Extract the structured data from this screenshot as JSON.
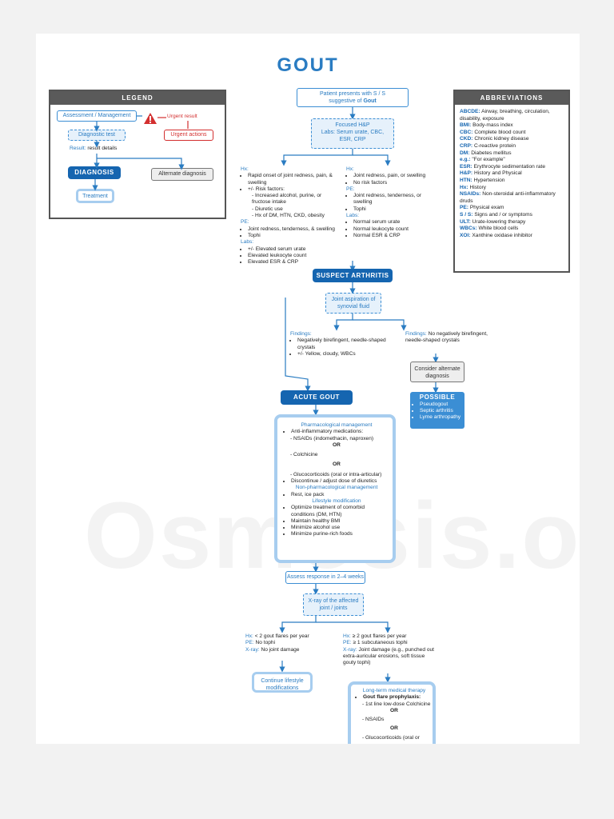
{
  "title": "GOUT",
  "watermark": "Osmosis.org",
  "colors": {
    "primary": "#2a7cc2",
    "dark_blue": "#1565b0",
    "urgent": "#d32f2f",
    "panel_gray": "#5a5a5a"
  },
  "legend": {
    "heading": "LEGEND",
    "assessment": "Assessment / Management",
    "diagnostic": "Diagnostic test",
    "result_label": "Result:",
    "result_text": "result details",
    "diagnosis": "DIAGNOSIS",
    "treatment": "Treatment",
    "alternate": "Alternate diagnosis",
    "urgent_result": "Urgent result",
    "urgent_actions": "Urgent actions",
    "warning_icon": "warning-icon"
  },
  "abbreviations": {
    "heading": "ABBREVIATIONS",
    "items": [
      {
        "k": "ABCDE:",
        "v": "Airway, breathing, circulation, disability, exposure"
      },
      {
        "k": "BMI:",
        "v": "Body-mass index"
      },
      {
        "k": "CBC:",
        "v": "Complete blood count"
      },
      {
        "k": "CKD:",
        "v": "Chronic kidney disease"
      },
      {
        "k": "CRP:",
        "v": "C-reactive protein"
      },
      {
        "k": "DM:",
        "v": "Diabetes mellitus"
      },
      {
        "k": "e.g.:",
        "v": "\"For example\""
      },
      {
        "k": "ESR:",
        "v": "Erythrocyte sedimentation rate"
      },
      {
        "k": "H&P:",
        "v": "History and Physical"
      },
      {
        "k": "HTN:",
        "v": "Hypertension"
      },
      {
        "k": "Hx:",
        "v": "History"
      },
      {
        "k": "NSAIDs:",
        "v": "Non-steroidal anti-inflammatory druds"
      },
      {
        "k": "PE:",
        "v": "Physical exam"
      },
      {
        "k": "S / S:",
        "v": "Signs and / or symptoms"
      },
      {
        "k": "ULT:",
        "v": "Urate-lowering therapy"
      },
      {
        "k": "WBCs:",
        "v": "White blood cells"
      },
      {
        "k": "XOI:",
        "v": "Xanthine oxidase inhibitor"
      }
    ]
  },
  "start": {
    "line1": "Patient presents with S / S",
    "line2": "suggestive of",
    "bold": "Gout"
  },
  "focused": {
    "title": "Focused H&P",
    "labs_label": "Labs:",
    "labs": "Serum urate, CBC, ESR, CRP"
  },
  "left_branch": {
    "hx_label": "Hx:",
    "hx": [
      "Rapid onset of joint redness, pain, & swelling",
      "+/- Risk factors:"
    ],
    "risk": [
      "- Increased alcohol, purine, or fructose intake",
      "- Diuretic use",
      "- Hx of DM, HTN, CKD, obesity"
    ],
    "pe_label": "PE:",
    "pe": [
      "Joint redness, tenderness, & swelling",
      "Tophi"
    ],
    "labs_label": "Labs:",
    "labs": [
      "+/- Elevated serum urate",
      "Elevated leukocyte count",
      "Elevated ESR & CRP"
    ]
  },
  "right_branch": {
    "hx_label": "Hx:",
    "hx": [
      "Joint redness, pain, or swelling",
      "No risk factors"
    ],
    "pe_label": "PE:",
    "pe": [
      "Joint redness, tenderness, or swelling",
      "Tophi"
    ],
    "labs_label": "Labs:",
    "labs": [
      "Normal serum urate",
      "Normal leukocyte count",
      "Normal ESR & CRP"
    ]
  },
  "suspect": "SUSPECT ARTHRITIS",
  "aspiration": "Joint aspiration of synovial fluid",
  "findings_pos": {
    "label": "Findings:",
    "items": [
      "Negatively birefingent, needle-shaped crystals",
      "+/- Yellow, cloudy, WBCs"
    ]
  },
  "findings_neg": {
    "label": "Findings:",
    "text": "No negatively birefingent, needle-shaped crystals"
  },
  "consider_alt": "Consider alternate diagnosis",
  "possible": {
    "title": "POSSIBLE",
    "items": [
      "Pseudogout",
      "Septic arthritis",
      "Lyme arthropathy"
    ]
  },
  "acute": "ACUTE GOUT",
  "management": {
    "pharm_title": "Pharmacological management",
    "anti": "Anti-inflammatory medications:",
    "nsaids": "- NSAIDs (indomethacin, naproxen)",
    "or": "OR",
    "colchicine": "- Colchicine",
    "gluco": "- Glucocorticoids (oral or intra-articular)",
    "diuretics": "Discontinue / adjust dose of diuretics",
    "nonpharm_title": "Non-pharmacological management",
    "rest": "Rest, ice pack",
    "life_title": "Lifestyle modification",
    "life": [
      "Optimize treatment of comorbid conditions (DM, HTN)",
      "Maintain healthy BMI",
      "Minimize alcohol use",
      "Minimize purine-rich foods"
    ]
  },
  "assess": "Assess response in 2–4 weeks",
  "xray": "X-ray of the affected joint / joints",
  "low": {
    "hx_label": "Hx:",
    "hx": "< 2 gout flares per year",
    "pe_label": "PE:",
    "pe": "No tophi",
    "xray_label": "X-ray:",
    "xray": "No joint damage"
  },
  "high": {
    "hx_label": "Hx:",
    "hx": "≥ 2 gout flares per year",
    "pe_label": "PE:",
    "pe": "≥ 1 subcutaneous tophi",
    "xray_label": "X-ray:",
    "xray": "Joint damage (e.g., punched out extra-auricular erosions, soft tissue gouty tophi)"
  },
  "continue": "Continue lifestyle modifications",
  "longterm": {
    "title": "Long-term medical therapy",
    "prophy": "Gout flare prophylaxis:",
    "colch": "- 1st line low-dose Colchicine",
    "or": "OR",
    "nsaids": "- NSAIDs",
    "gluco": "- Glucocorticoids (oral or"
  }
}
